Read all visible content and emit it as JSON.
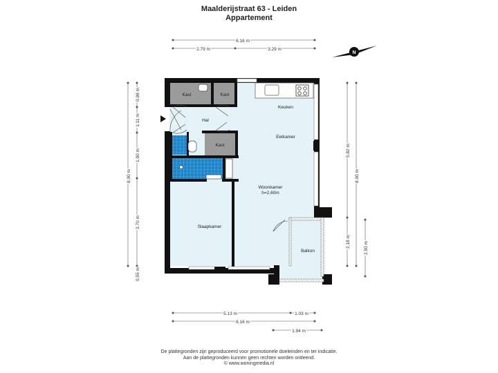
{
  "header": {
    "address": "Maalderijstraat 63 - Leiden",
    "type": "Appartement"
  },
  "rooms": {
    "kast1": "Kast",
    "kast2": "Kast",
    "kast3": "Kast",
    "hal": "Hal",
    "keuken": "Keuken",
    "eetkamer": "Eetkamer",
    "woonkamer": "Woonkamer",
    "woonkamer_height": "h=2,60m",
    "slaapkamer": "Slaapkamer",
    "balkon": "Balkon"
  },
  "dimensions": {
    "top_total": "6.16 m",
    "top_left": "2.79 m",
    "top_right": "3.29 m",
    "left_total": "8.00 m",
    "left_1": "0.98 m",
    "left_2": "1.11 m",
    "left_3": "1.90 m",
    "left_4": "3.70 m",
    "left_5": "0.55 m",
    "right_upper": "5.82 m",
    "right_total": "8.00 m",
    "right_lower_a": "2.18 m",
    "right_lower_b": "2.50 m",
    "bottom_left": "5.13 m",
    "bottom_right": "1.03 m",
    "bottom_total": "6.16 m",
    "bottom_balkon": "1.94 m"
  },
  "compass": {
    "letter": "N"
  },
  "footer": {
    "line1": "De plattegronden zijn geproduceerd voor promotionele doeleinden en ter indicatie.",
    "line2": "Aan de plattegronden kunnen geen rechten worden ontleend.",
    "line3": "© www.woningmedia.nl"
  },
  "colors": {
    "floor": "#e4f3f8",
    "wall": "#111111",
    "storage": "#9b9b9b",
    "tiles": "#1e86c8"
  }
}
